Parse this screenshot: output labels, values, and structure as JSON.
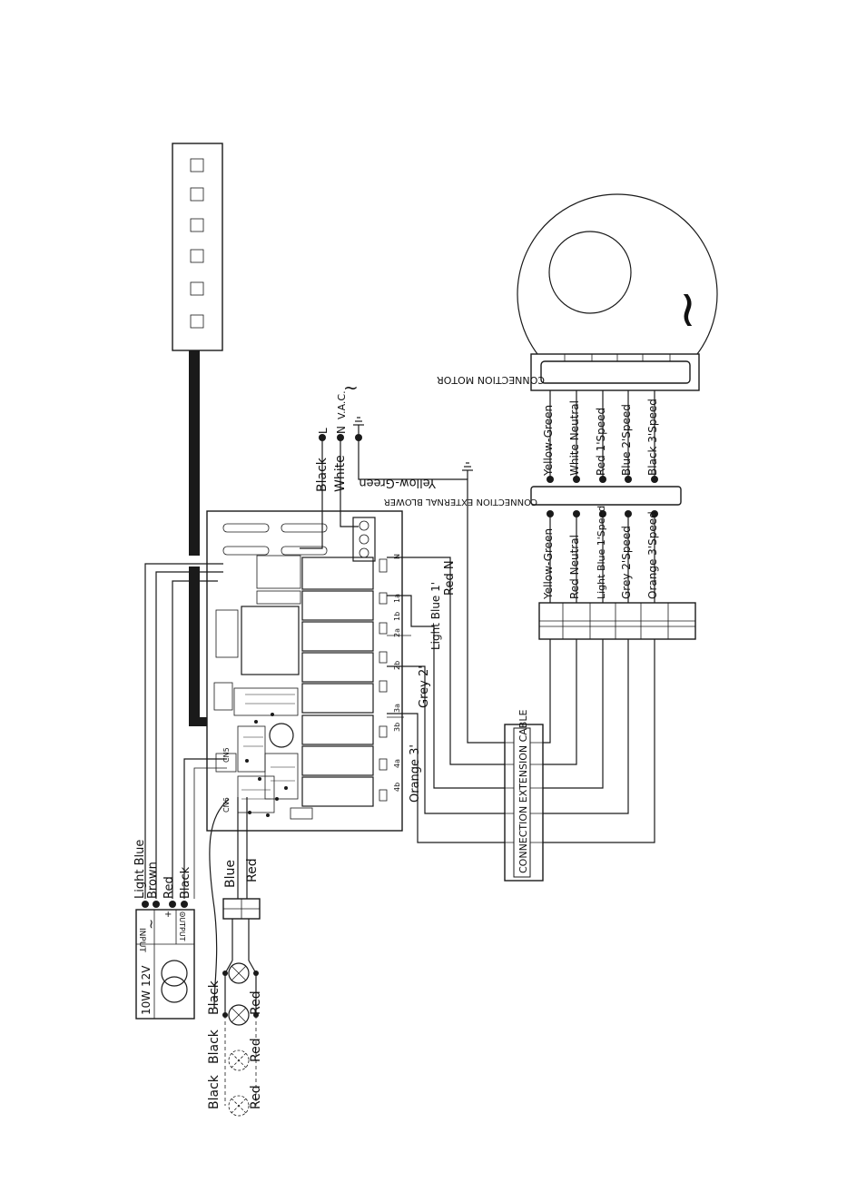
{
  "labels": {
    "supply_line": "L",
    "supply_neutral": "N",
    "supply_vac": "V.A.C.",
    "wire_black": "Black",
    "wire_white": "White",
    "wire_yellow_green": "Yellow-Green",
    "board_red_n": "Red  N",
    "board_light_blue_1": "Light Blue  1'",
    "board_grey_2": "Grey  2'",
    "board_orange_3": "Orange  3'",
    "transformer_rating": "10W  12V",
    "transformer_input": "INPUT",
    "transformer_output": "OUTPUT",
    "transformer_plus": "+",
    "transformer_minus": "-",
    "input_light_blue": "Light  Blue",
    "input_brown": "Brown",
    "output_red": "Red",
    "output_black": "Black",
    "lamp_blue": "Blue",
    "lamp_red": "Red",
    "lamp_black_1": "Black",
    "lamp_red_1": "Red",
    "lamp_black_2": "Black",
    "lamp_red_2": "Red",
    "lamp_black_3": "Black",
    "lamp_red_3": "Red",
    "extension_cable": "CONNECTION  EXTENSION  CABLE",
    "external_blower": "CONNECTION  EXTERNAL  BLOWER",
    "connection_motor": "CONNECTION   MOTOR",
    "cn5": "CN5",
    "cn6": "CN6"
  },
  "blower_wires": [
    "Yellow-Green",
    "Red  Neutral",
    "Light Blue 1'Speed",
    "Grey  2'Speed",
    "Orange  3'Speed"
  ],
  "motor_wires": [
    "Yellow-Green",
    "White  Neutral",
    "Red  1'Speed",
    "Blue  2'Speed",
    "Black  3'Speed"
  ],
  "terminals_right": [
    "N",
    "1a",
    "1b",
    "2a",
    "2b",
    "3a",
    "3b",
    "4a",
    "4b"
  ]
}
